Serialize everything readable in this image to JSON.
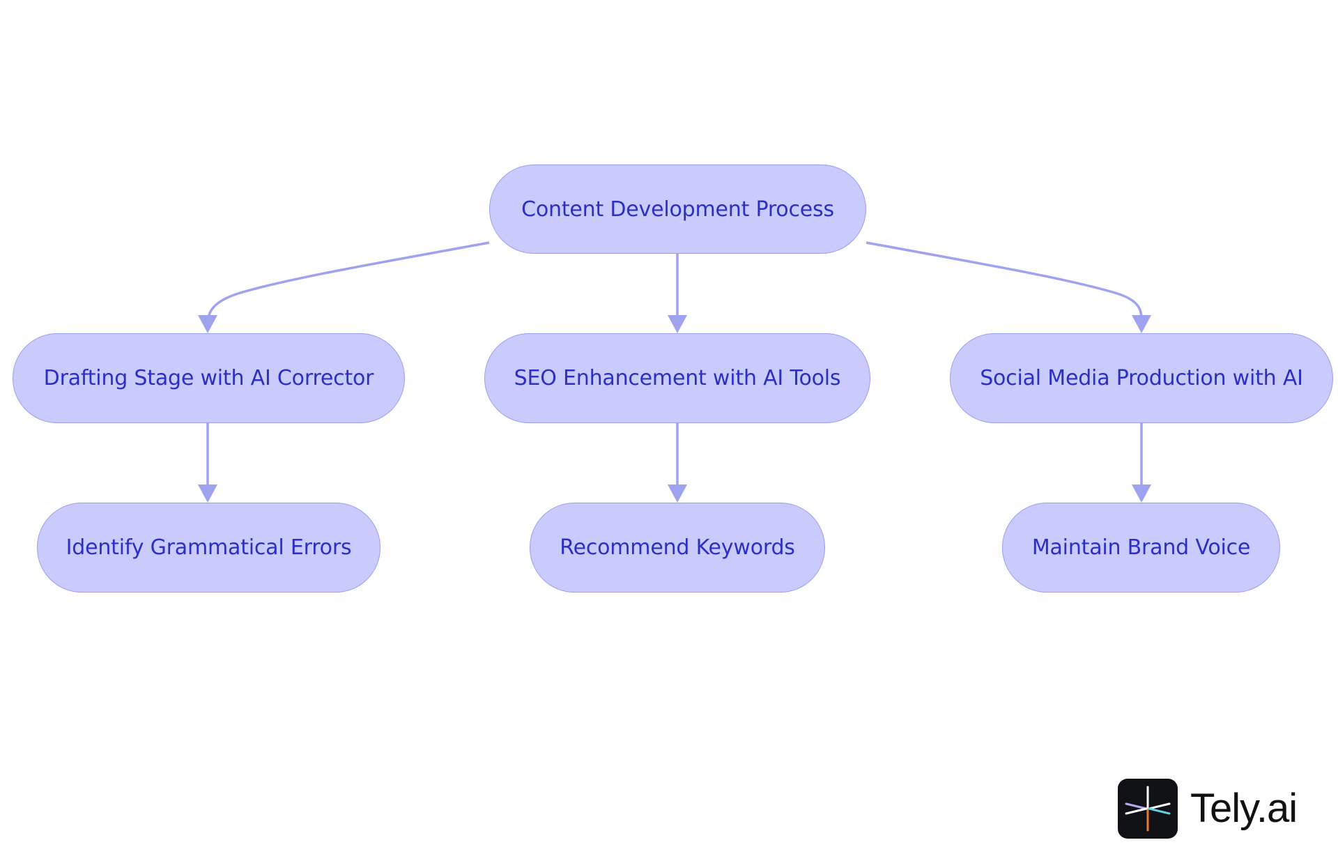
{
  "nodes": {
    "root": "Content Development Process",
    "drafting": "Drafting Stage with AI Corrector",
    "seo": "SEO Enhancement with AI Tools",
    "social": "Social Media Production with AI",
    "grammar": "Identify Grammatical Errors",
    "keywords": "Recommend Keywords",
    "brand": "Maintain Brand Voice"
  },
  "edges": [
    {
      "from": "root",
      "to": "drafting"
    },
    {
      "from": "root",
      "to": "seo"
    },
    {
      "from": "root",
      "to": "social"
    },
    {
      "from": "drafting",
      "to": "grammar"
    },
    {
      "from": "seo",
      "to": "keywords"
    },
    {
      "from": "social",
      "to": "brand"
    }
  ],
  "colors": {
    "node_fill": "#c8cbfb",
    "node_border": "#9a9ef0",
    "node_text": "#2c2fc4",
    "edge": "#9ea2ef"
  },
  "logo": {
    "text": "Tely.ai",
    "icon": "tely-logo-icon"
  }
}
